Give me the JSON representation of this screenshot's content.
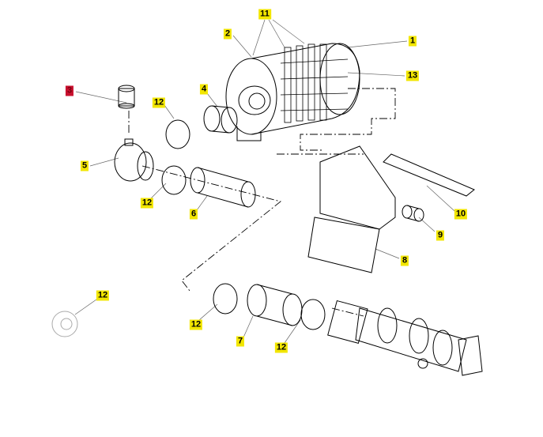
{
  "colors": {
    "callout": "#f2e600",
    "callout_selected": "#c8102e",
    "line": "#000000"
  },
  "callouts": [
    {
      "id": "11",
      "text": "11"
    },
    {
      "id": "2",
      "text": "2"
    },
    {
      "id": "1",
      "text": "1"
    },
    {
      "id": "13",
      "text": "13"
    },
    {
      "id": "3",
      "text": "3",
      "selected": true
    },
    {
      "id": "12a",
      "text": "12"
    },
    {
      "id": "4",
      "text": "4"
    },
    {
      "id": "5",
      "text": "5"
    },
    {
      "id": "12b",
      "text": "12"
    },
    {
      "id": "6",
      "text": "6"
    },
    {
      "id": "10",
      "text": "10"
    },
    {
      "id": "9",
      "text": "9"
    },
    {
      "id": "8",
      "text": "8"
    },
    {
      "id": "12c",
      "text": "12"
    },
    {
      "id": "12d",
      "text": "12"
    },
    {
      "id": "7",
      "text": "7"
    },
    {
      "id": "12e",
      "text": "12"
    }
  ]
}
